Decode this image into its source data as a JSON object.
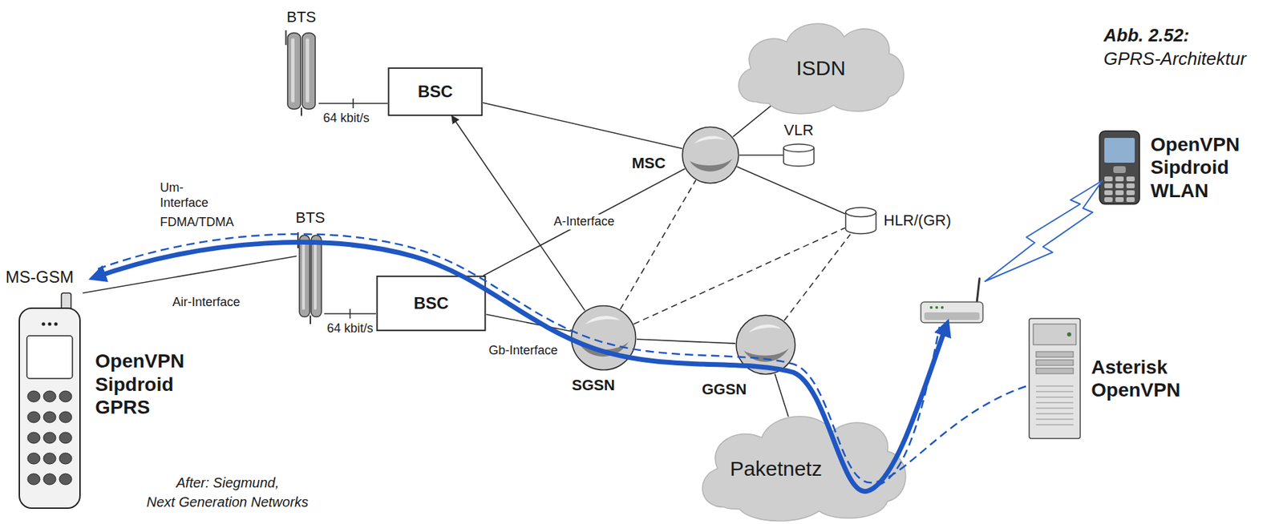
{
  "diagram": {
    "nodes": [
      {
        "text": [
          "BTS"
        ]
      },
      {
        "text": [
          "BSC"
        ]
      },
      {
        "text": [
          "ISDN"
        ]
      },
      {
        "text": [
          "MSC"
        ]
      },
      {
        "text": [
          "VLR"
        ]
      },
      {
        "text": [
          "HLR/(GR)"
        ]
      },
      {
        "text": [
          "BTS"
        ]
      },
      {
        "text": [
          "BSC"
        ]
      },
      {
        "text": [
          "SGSN"
        ]
      },
      {
        "text": [
          "GGSN"
        ]
      },
      {
        "text": [
          "Paketnetz"
        ]
      },
      {
        "text": [
          "MS-GSM",
          "OpenVPN Sipdroid GPRS"
        ]
      },
      {
        "text": [
          "OpenVPN Sipdroid WLAN"
        ]
      },
      {
        "text": [
          "Asterisk OpenVPN"
        ]
      }
    ],
    "edges": [
      {
        "from": 0,
        "to": 1,
        "arrow": "none",
        "label": "64 kbit/s"
      },
      {
        "from": 1,
        "to": 3,
        "arrow": "none"
      },
      {
        "from": 3,
        "to": 2,
        "arrow": "none"
      },
      {
        "from": 3,
        "to": 4,
        "arrow": "none"
      },
      {
        "from": 3,
        "to": 5,
        "arrow": "none"
      },
      {
        "from": 6,
        "to": 7,
        "arrow": "none",
        "label": "64 kbit/s"
      },
      {
        "from": 7,
        "to": 3,
        "arrow": "none",
        "label": "A-Interface"
      },
      {
        "from": 7,
        "to": 8,
        "arrow": "none",
        "label": "Gb-Interface"
      },
      {
        "from": 8,
        "to": 1,
        "arrow": "to"
      },
      {
        "from": 8,
        "to": 3,
        "arrow": "none"
      },
      {
        "from": 8,
        "to": 9,
        "arrow": "none"
      },
      {
        "from": 8,
        "to": 5,
        "arrow": "none"
      },
      {
        "from": 9,
        "to": 5,
        "arrow": "none"
      },
      {
        "from": 9,
        "to": 10,
        "arrow": "none"
      },
      {
        "from": 6,
        "to": 11,
        "arrow": "none"
      }
    ],
    "labels": [
      "Abb. 2.52:",
      "GPRS-Architektur",
      "Um-Interface",
      "FDMA/TDMA",
      "Air-Interface",
      "After: Siegmund,",
      "Next Generation Networks"
    ]
  }
}
